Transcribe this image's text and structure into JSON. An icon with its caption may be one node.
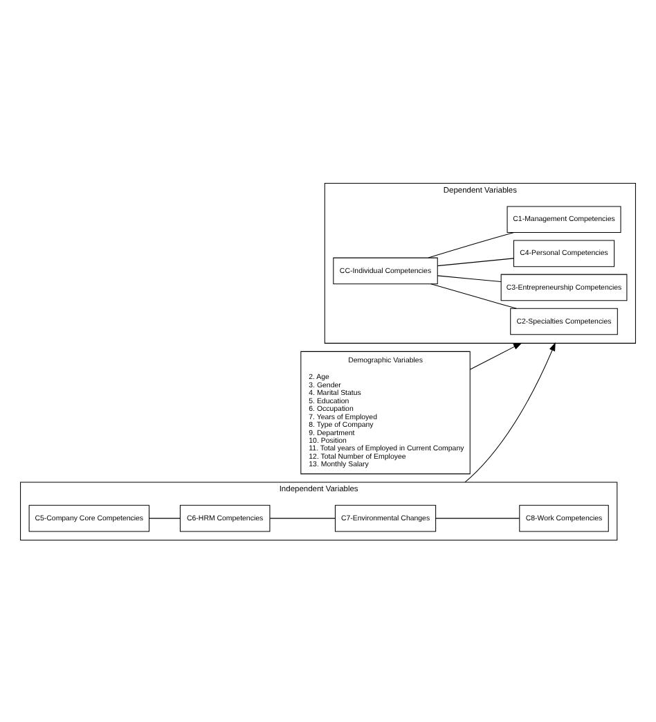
{
  "diagram": {
    "nodes": [
      {
        "text": [
          "Dependent Variables"
        ]
      },
      {
        "text": [
          "CC-Individual Competencies"
        ],
        "in": 0
      },
      {
        "text": [
          "C1-Management Competencies"
        ],
        "in": 0
      },
      {
        "text": [
          "C2-Specialties Competencies"
        ],
        "in": 0
      },
      {
        "text": [
          "C3-Entrepreneurship Competencies"
        ],
        "in": 0
      },
      {
        "text": [
          "C4-Personal Competencies"
        ],
        "in": 0
      },
      {
        "text": [
          "Independent Variables"
        ]
      },
      {
        "text": [
          "C5-Company Core Competencies"
        ],
        "in": 6
      },
      {
        "text": [
          "C6-HRM Competencies"
        ],
        "in": 6
      },
      {
        "text": [
          "C7-Environmental Changes"
        ],
        "in": 6
      },
      {
        "text": [
          "C8-Work Competencies"
        ],
        "in": 6
      },
      {
        "text": [
          "Demographic Variables",
          "2. Age",
          "3. Gender",
          "4. Marital Status",
          "5. Education",
          "6. Occupation",
          "7. Years of Employed",
          "8. Type of Company",
          "9. Department",
          "10. Position",
          "11. Total years of Employed in Current Company",
          "12. Total Number of Employee",
          "13. Monthly Salary"
        ]
      }
    ],
    "edges": [
      {
        "from": 6,
        "to": 0,
        "arrow": "to"
      },
      {
        "from": 11,
        "to": 0,
        "arrow": "to"
      },
      {
        "from": 1,
        "to": 2,
        "arrow": "none"
      },
      {
        "from": 1,
        "to": 3,
        "arrow": "none"
      },
      {
        "from": 1,
        "to": 4,
        "arrow": "none"
      },
      {
        "from": 1,
        "to": 5,
        "arrow": "none"
      },
      {
        "from": 7,
        "to": 8,
        "arrow": "none"
      },
      {
        "from": 8,
        "to": 9,
        "arrow": "none"
      },
      {
        "from": 9,
        "to": 10,
        "arrow": "none"
      }
    ]
  }
}
